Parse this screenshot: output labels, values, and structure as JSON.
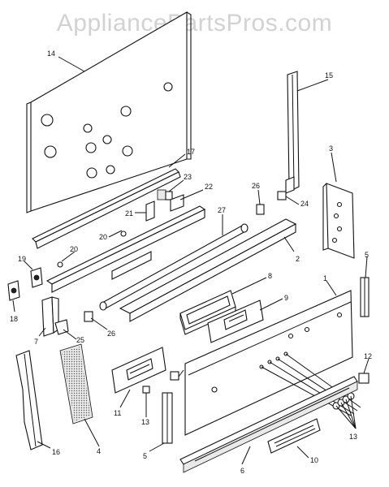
{
  "watermark": "AppliancePartsPros.com",
  "callouts": [
    {
      "id": "c14",
      "text": "14"
    },
    {
      "id": "c15",
      "text": "15"
    },
    {
      "id": "c17",
      "text": "17"
    },
    {
      "id": "c3",
      "text": "3"
    },
    {
      "id": "c23",
      "text": "23"
    },
    {
      "id": "c22",
      "text": "22"
    },
    {
      "id": "c26a",
      "text": "26"
    },
    {
      "id": "c24",
      "text": "24"
    },
    {
      "id": "c21",
      "text": "21"
    },
    {
      "id": "c27",
      "text": "27"
    },
    {
      "id": "c20a",
      "text": "20"
    },
    {
      "id": "c20b",
      "text": "20"
    },
    {
      "id": "c2",
      "text": "2"
    },
    {
      "id": "c5a",
      "text": "5"
    },
    {
      "id": "c19",
      "text": "19"
    },
    {
      "id": "c8",
      "text": "8"
    },
    {
      "id": "c1",
      "text": "1"
    },
    {
      "id": "c9",
      "text": "9"
    },
    {
      "id": "c18",
      "text": "18"
    },
    {
      "id": "c7",
      "text": "7"
    },
    {
      "id": "c25",
      "text": "25"
    },
    {
      "id": "c26b",
      "text": "26"
    },
    {
      "id": "c12",
      "text": "12"
    },
    {
      "id": "c11",
      "text": "11"
    },
    {
      "id": "c13a",
      "text": "13"
    },
    {
      "id": "c13b",
      "text": "13"
    },
    {
      "id": "c16",
      "text": "16"
    },
    {
      "id": "c4",
      "text": "4"
    },
    {
      "id": "c5b",
      "text": "5"
    },
    {
      "id": "c6",
      "text": "6"
    },
    {
      "id": "c10",
      "text": "10"
    }
  ]
}
